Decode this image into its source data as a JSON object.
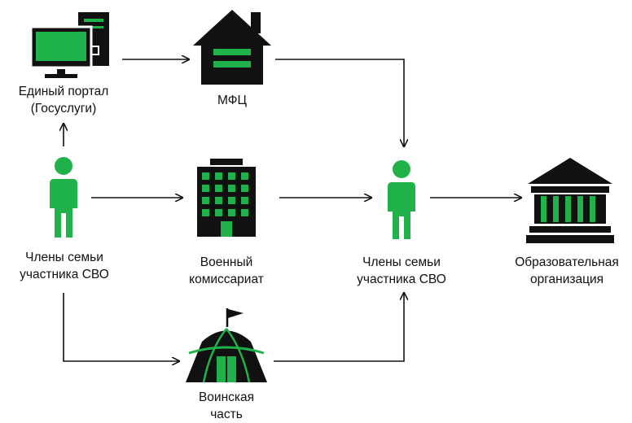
{
  "colors": {
    "green": "#1fb24a",
    "dark": "#111111",
    "background": "#ffffff"
  },
  "nodes": {
    "portal": {
      "icon": "computer-icon",
      "lines": [
        "Единый портал",
        "(Госуслуги)"
      ]
    },
    "mfc": {
      "icon": "house-icon",
      "lines": [
        "МФЦ"
      ]
    },
    "family_left": {
      "icon": "person-icon",
      "lines": [
        "Члены семьи",
        "участника СВО"
      ]
    },
    "commissariat": {
      "icon": "office-building-icon",
      "lines": [
        "Военный",
        "комиссариат"
      ]
    },
    "family_mid": {
      "icon": "person-icon",
      "lines": [
        "Члены семьи",
        "участника СВО"
      ]
    },
    "education": {
      "icon": "institution-icon",
      "lines": [
        "Образовательная",
        "организация"
      ]
    },
    "unit": {
      "icon": "military-tent-icon",
      "lines": [
        "Воинская",
        "часть"
      ]
    }
  }
}
